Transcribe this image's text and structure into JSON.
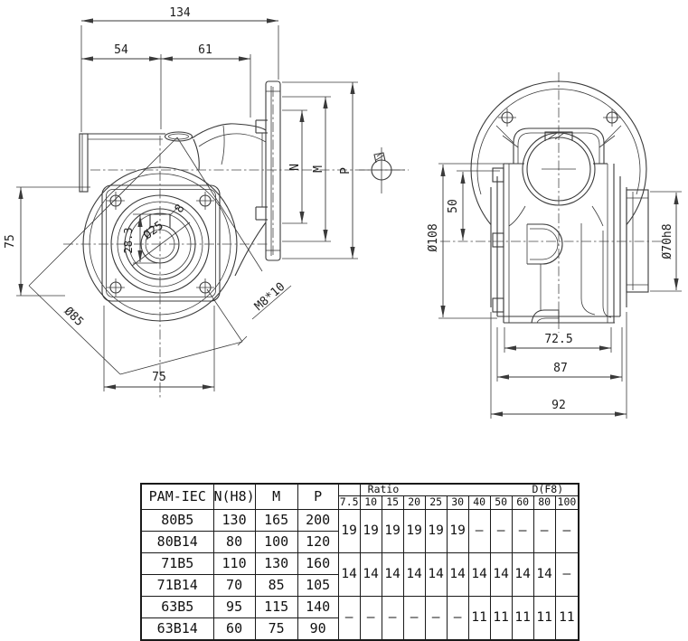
{
  "drawing": {
    "front_view": {
      "total_width": "134",
      "left_width": "54",
      "right_width": "61",
      "side_height": "75",
      "bolt_diagonal": "Ø85",
      "bolt_spacing": "75",
      "tap_thread": "M8*10",
      "bore_dia": "Ø25",
      "keyway_depth": "28.3",
      "keyway_width": "8",
      "flange_dims": {
        "n": "N",
        "m": "M",
        "p": "P"
      }
    },
    "side_view": {
      "center_height": "50",
      "body_dia": "Ø108",
      "rear_hub_dia": "Ø70h8",
      "hub_width": "72.5",
      "body_width": "87",
      "overall_width": "92"
    }
  },
  "table": {
    "col_headers": [
      "PAM-IEC",
      "N(H8)",
      "M",
      "P"
    ],
    "ratio_label": "Ratio",
    "d_label": "D(F8)",
    "ratio_cols": [
      "7.5",
      "10",
      "15",
      "20",
      "25",
      "30",
      "40",
      "50",
      "60",
      "80",
      "100"
    ],
    "rows": [
      {
        "pam": "80B5",
        "n": "130",
        "m": "165",
        "p": "200"
      },
      {
        "pam": "80B14",
        "n": "80",
        "m": "100",
        "p": "120"
      },
      {
        "pam": "71B5",
        "n": "110",
        "m": "130",
        "p": "160"
      },
      {
        "pam": "71B14",
        "n": "70",
        "m": "85",
        "p": "105"
      },
      {
        "pam": "63B5",
        "n": "95",
        "m": "115",
        "p": "140"
      },
      {
        "pam": "63B14",
        "n": "60",
        "m": "75",
        "p": "90"
      }
    ],
    "ratio_groups": [
      [
        "19",
        "19",
        "19",
        "19",
        "19",
        "19",
        "—",
        "—",
        "—",
        "—",
        "—"
      ],
      [
        "14",
        "14",
        "14",
        "14",
        "14",
        "14",
        "14",
        "14",
        "14",
        "14",
        "—"
      ],
      [
        "—",
        "—",
        "—",
        "—",
        "—",
        "—",
        "11",
        "11",
        "11",
        "11",
        "11"
      ]
    ]
  }
}
